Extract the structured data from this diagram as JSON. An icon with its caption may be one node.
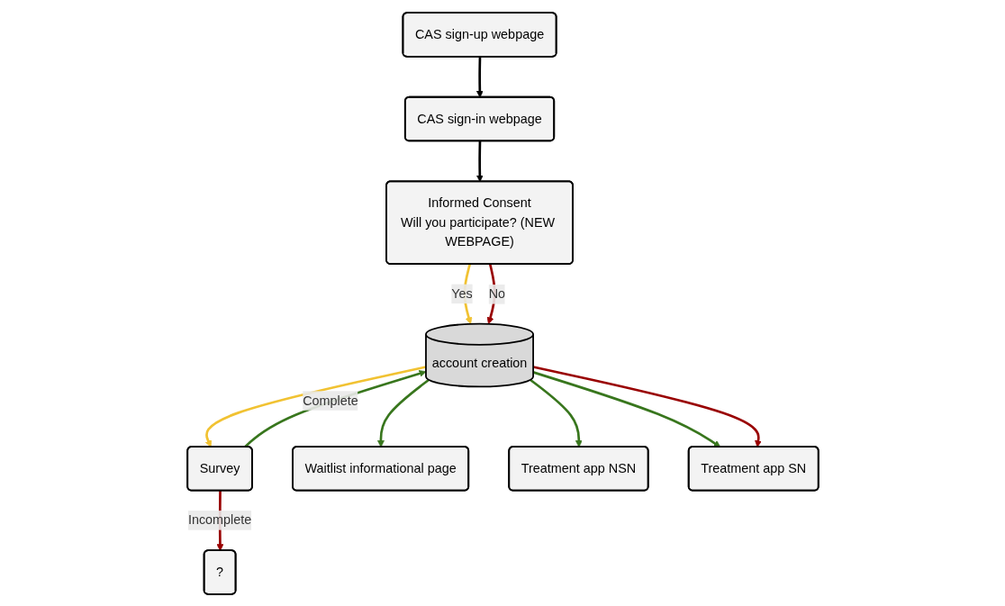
{
  "diagram": {
    "nodes": [
      {
        "text": [
          "CAS sign-up webpage"
        ]
      },
      {
        "text": [
          "CAS sign-in webpage"
        ]
      },
      {
        "text": [
          "Informed Consent",
          "Will you participate? (NEW WEBPAGE)"
        ]
      },
      {
        "text": [
          "account creation"
        ]
      },
      {
        "text": [
          "Survey"
        ]
      },
      {
        "text": [
          "?"
        ]
      },
      {
        "text": [
          "Waitlist informational page"
        ]
      },
      {
        "text": [
          "Treatment app NSN"
        ]
      },
      {
        "text": [
          "Treatment app SN"
        ]
      }
    ],
    "edges": [
      {
        "from": 0,
        "to": 1,
        "arrow": "to",
        "color": "#000000"
      },
      {
        "from": 1,
        "to": 2,
        "arrow": "to",
        "color": "#000000"
      },
      {
        "from": 2,
        "to": 3,
        "label": "Yes",
        "arrow": "to",
        "color": "#f1c232"
      },
      {
        "from": 2,
        "to": 3,
        "label": "No",
        "arrow": "to",
        "color": "#990000"
      },
      {
        "from": 3,
        "to": 4,
        "arrow": "to",
        "color": "#f1c232"
      },
      {
        "from": 4,
        "to": 5,
        "label": "Incomplete",
        "arrow": "to",
        "color": "#990000"
      },
      {
        "from": 4,
        "to": 3,
        "label": "Complete",
        "arrow": "to",
        "color": "#38761d"
      },
      {
        "from": 3,
        "to": 6,
        "arrow": "to",
        "color": "#38761d"
      },
      {
        "from": 3,
        "to": 7,
        "arrow": "to",
        "color": "#38761d"
      },
      {
        "from": 3,
        "to": 8,
        "arrow": "to",
        "color": "#38761d"
      },
      {
        "from": 3,
        "to": 8,
        "arrow": "to",
        "color": "#990000"
      }
    ]
  }
}
